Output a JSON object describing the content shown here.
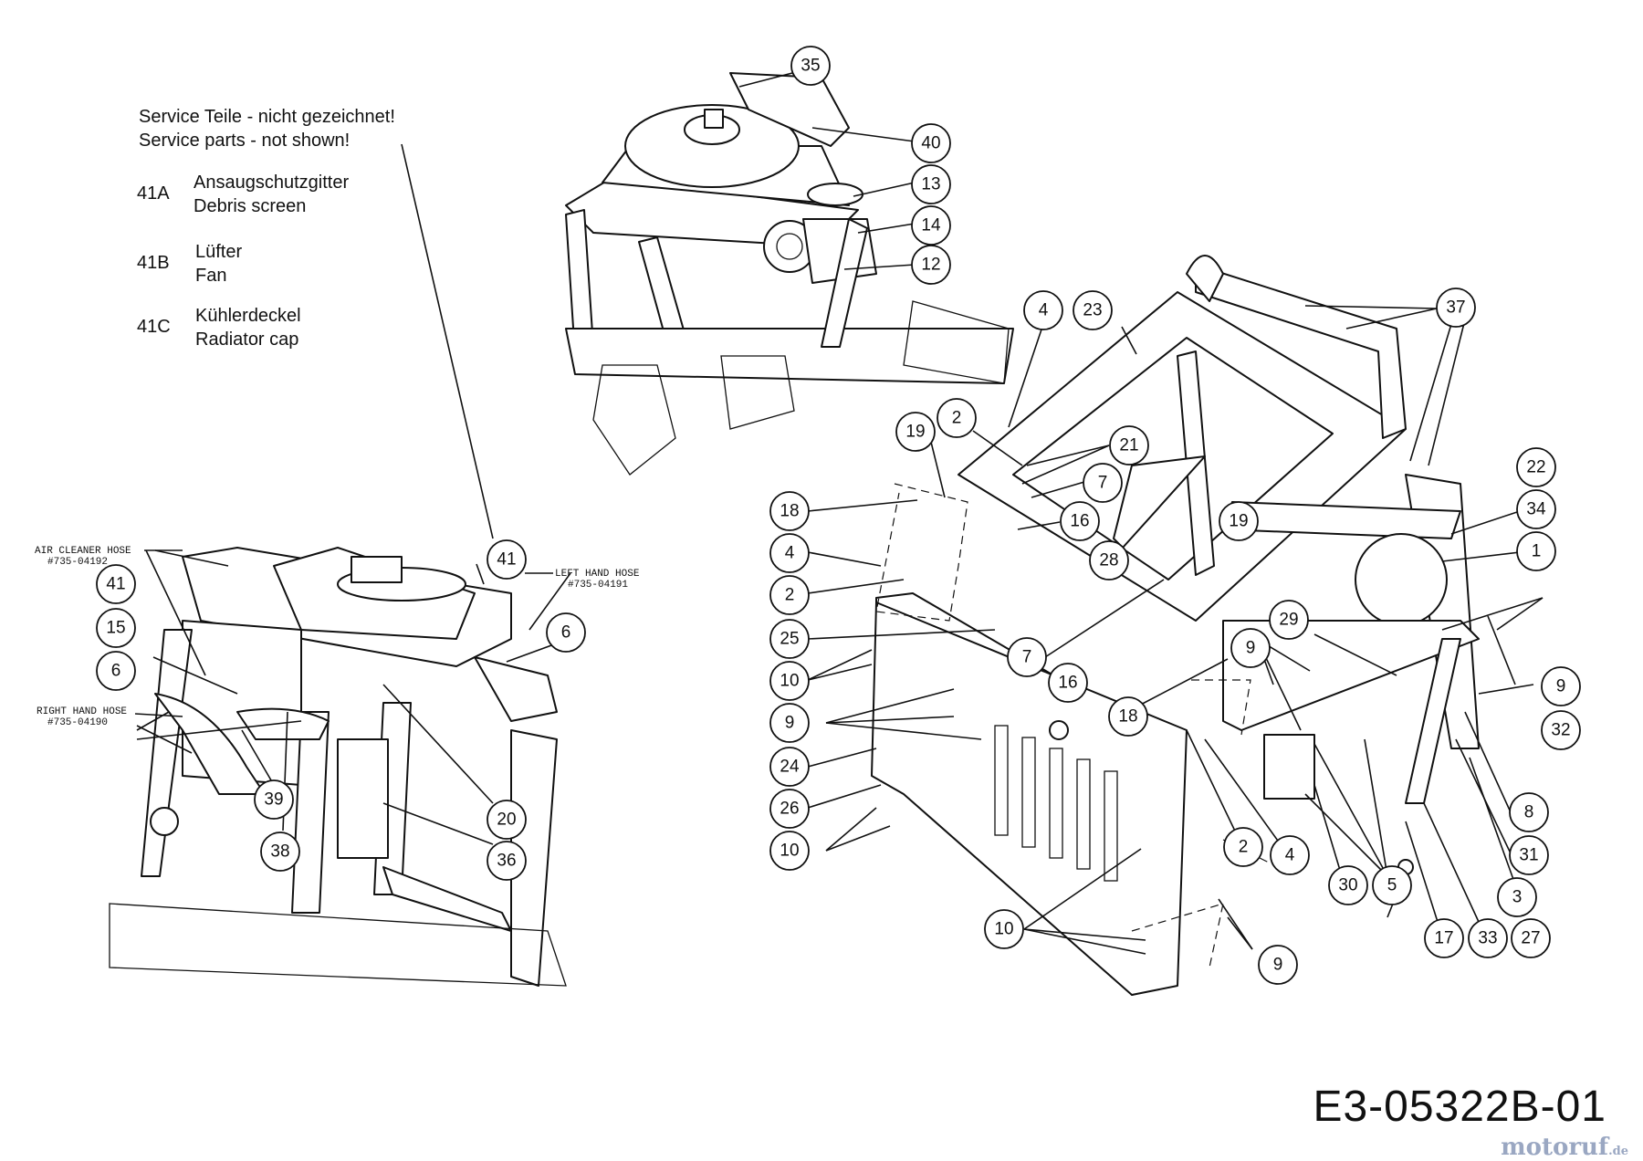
{
  "notes": {
    "heading_de": "Service Teile - nicht gezeichnet!",
    "heading_en": "Service parts - not shown!",
    "items": [
      {
        "code": "41A",
        "de": "Ansaugschutzgitter",
        "en": "Debris screen"
      },
      {
        "code": "41B",
        "de": "Lüfter",
        "en": "Fan"
      },
      {
        "code": "41C",
        "de": "Kühlerdeckel",
        "en": "Radiator cap"
      }
    ]
  },
  "hose_labels": {
    "air_cleaner": "AIR CLEANER HOSE",
    "air_cleaner_no": "#735-04192",
    "left_hand": "LEFT HAND HOSE",
    "left_hand_no": "#735-04191",
    "right_hand": "RIGHT HAND HOSE",
    "right_hand_no": "#735-04190"
  },
  "callouts": [
    "35",
    "40",
    "13",
    "14",
    "12",
    "37",
    "4",
    "23",
    "2",
    "21",
    "19",
    "7",
    "16",
    "18",
    "22",
    "34",
    "1",
    "4",
    "2",
    "25",
    "10",
    "9",
    "24",
    "26",
    "10",
    "28",
    "7",
    "16",
    "19",
    "29",
    "9",
    "18",
    "9",
    "32",
    "8",
    "31",
    "3",
    "27",
    "33",
    "17",
    "30",
    "5",
    "4",
    "2",
    "10",
    "9",
    "41",
    "41",
    "15",
    "6",
    "6",
    "39",
    "38",
    "20",
    "36"
  ],
  "drawing_number": "E3-05322B-01",
  "watermark": {
    "brand": "motoruf",
    "tld": ".de"
  }
}
